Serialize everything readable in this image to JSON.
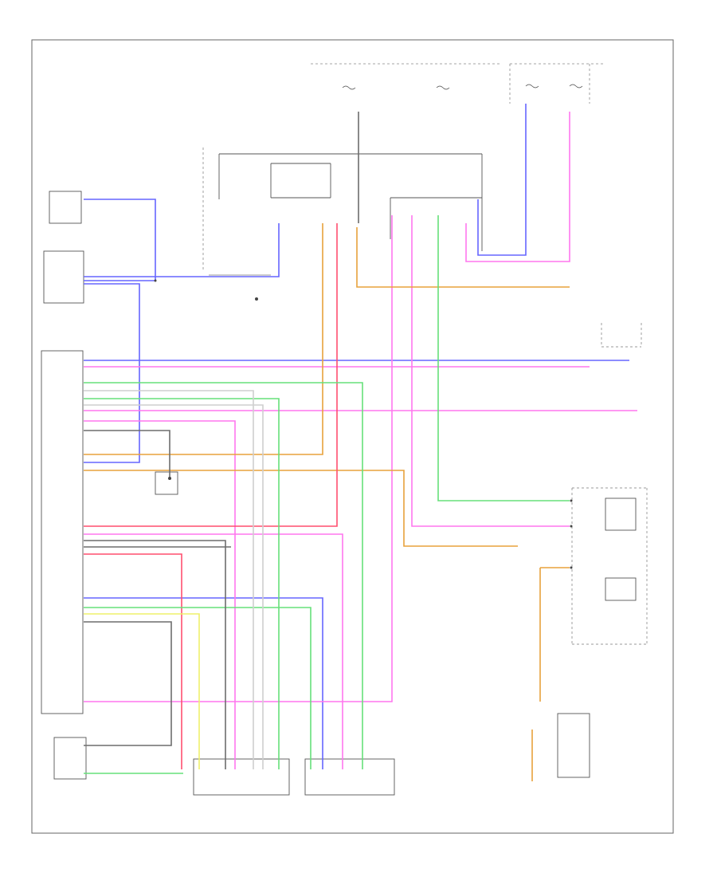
{
  "diagram": {
    "footer_code": "",
    "colors": {
      "blue": "#6666ff",
      "pink": "#ff77ee",
      "orange": "#e8a23c",
      "red": "#ff4f6f",
      "green": "#66e07a",
      "yellow": "#eef06a",
      "gray": "#6d6d6d",
      "white_wire": "#cfcfcf"
    },
    "components": [
      {
        "id": "upper-fuse-box-left",
        "label": ""
      },
      {
        "id": "upper-fuse-box-mid",
        "label": ""
      },
      {
        "id": "upper-fuse-box-right-1",
        "label": ""
      },
      {
        "id": "upper-fuse-box-right-2",
        "label": ""
      },
      {
        "id": "left-relay-module",
        "label": ""
      },
      {
        "id": "left-sensor-module",
        "label": ""
      },
      {
        "id": "main-control-unit",
        "label": ""
      },
      {
        "id": "right-relay-upper",
        "label": ""
      },
      {
        "id": "right-motor-unit",
        "label": ""
      },
      {
        "id": "bottom-left-switch",
        "label": ""
      },
      {
        "id": "bottom-actuator-1",
        "label": ""
      },
      {
        "id": "bottom-actuator-2",
        "label": ""
      },
      {
        "id": "bottom-right-switch",
        "label": ""
      },
      {
        "id": "small-connector-mid-1",
        "label": ""
      },
      {
        "id": "small-connector-mid-2",
        "label": ""
      }
    ]
  }
}
